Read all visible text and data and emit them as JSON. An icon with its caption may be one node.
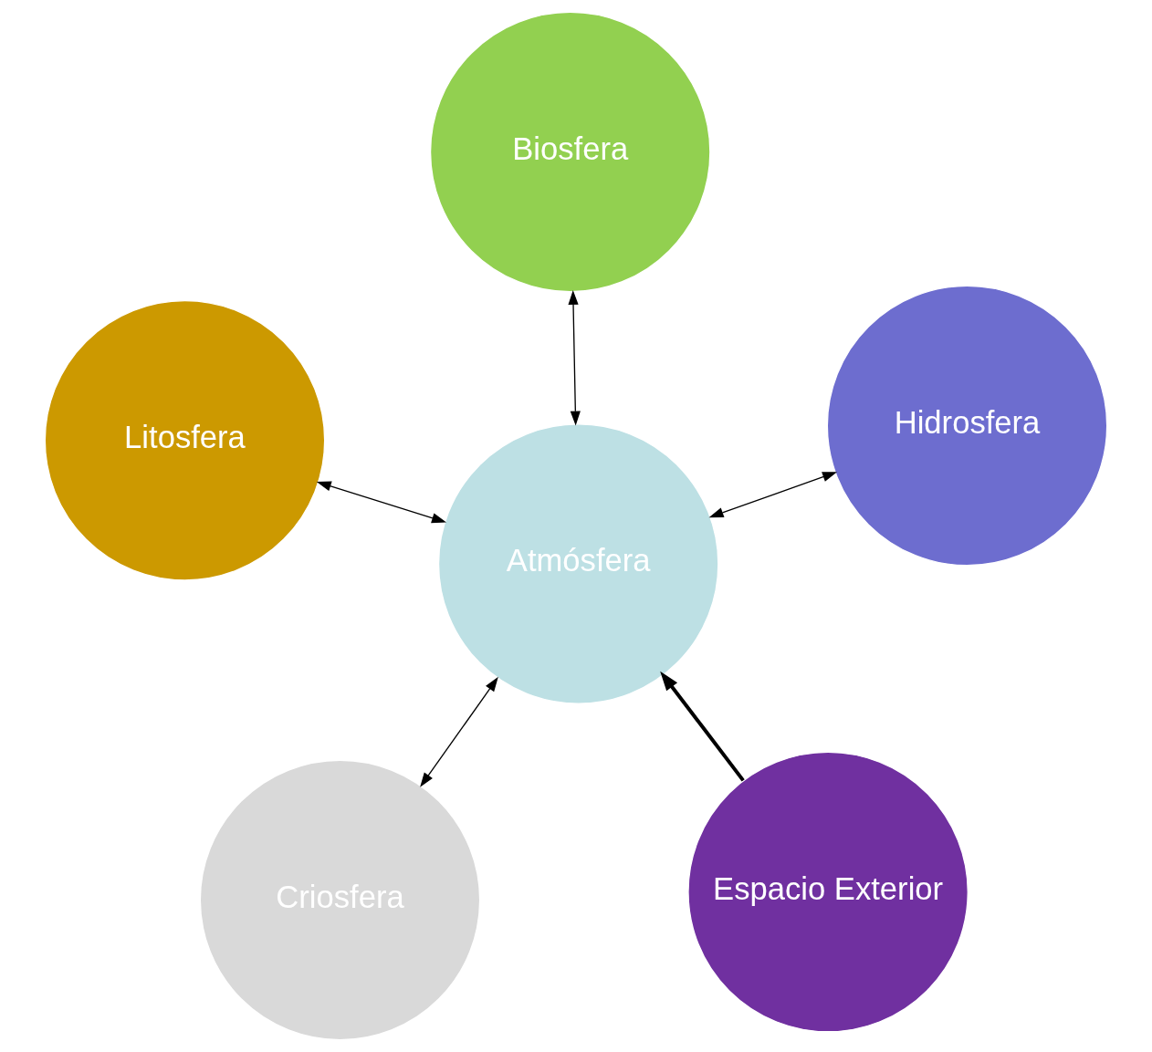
{
  "diagram": {
    "nodes": [
      {
        "text": [
          "Criosfera"
        ]
      },
      {
        "text": [
          "Espacio Exterior"
        ]
      },
      {
        "text": [
          "Atmósfera"
        ]
      },
      {
        "text": [
          "Biosfera"
        ]
      },
      {
        "text": [
          "Hidrosfera"
        ]
      },
      {
        "text": [
          "Litosfera"
        ]
      }
    ],
    "edges": [
      {
        "from": 1,
        "to": 2,
        "arrow": "to",
        "style": "thick"
      },
      {
        "from": 0,
        "to": 2,
        "arrow": "both"
      },
      {
        "from": 2,
        "to": 3,
        "arrow": "both"
      },
      {
        "from": 2,
        "to": 4,
        "arrow": "both"
      },
      {
        "from": 2,
        "to": 5,
        "arrow": "both"
      }
    ]
  }
}
